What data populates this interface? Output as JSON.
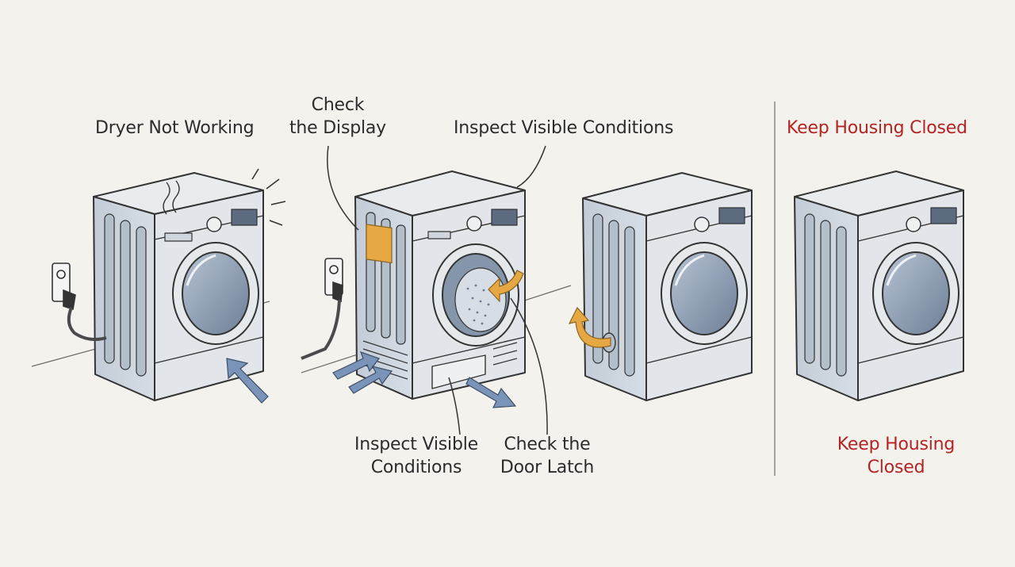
{
  "labels": {
    "dryer_not_working": "Dryer Not Working",
    "check_display": [
      "Check",
      "the Display"
    ],
    "inspect_top": "Inspect Visible Conditions",
    "keep_closed_top": "Keep Housing Closed",
    "inspect_bottom": [
      "Inspect Visible",
      "Conditions"
    ],
    "door_latch": [
      "Check the",
      "Door Latch"
    ],
    "keep_closed_bottom": [
      "Keep Housing",
      "Closed"
    ]
  },
  "colors": {
    "background": "#f3f2ec",
    "ink": "#2c2c2c",
    "warning": "#b42424",
    "highlight": "#e5a842",
    "airflow": "#7a93b8",
    "dryer_body": "#c9d2dc"
  }
}
